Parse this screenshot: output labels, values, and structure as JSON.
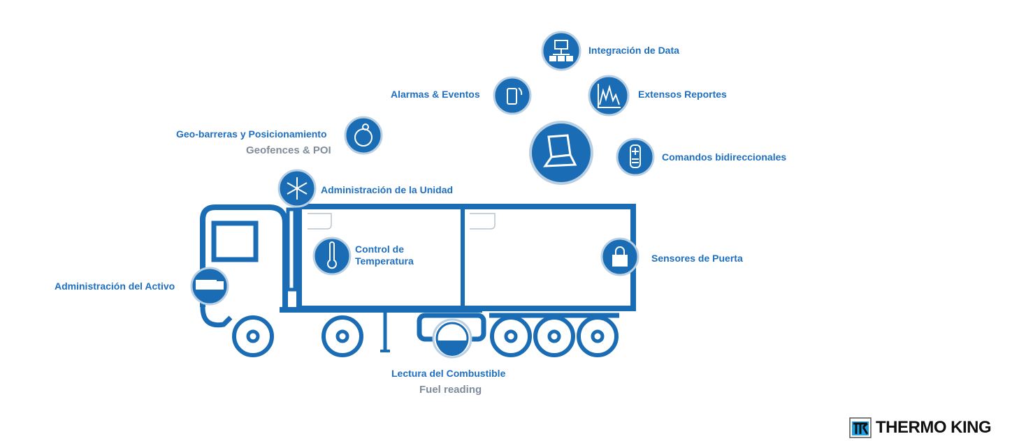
{
  "colors": {
    "primary": "#1a6db5",
    "label": "#1f6fc0",
    "ghost": "#7f8c99",
    "logo_blue": "#1e9fe0"
  },
  "features": {
    "data_integration": {
      "label": "Integración de Data",
      "icon": "network-icon"
    },
    "alarms": {
      "label": "Alarmas & Eventos",
      "icon": "phone-signal-icon"
    },
    "reports": {
      "label": "Extensos Reportes",
      "icon": "chart-icon"
    },
    "platform": {
      "icon": "laptop-icon"
    },
    "commands": {
      "label": "Comandos bidireccionales",
      "icon": "handheld-icon"
    },
    "geofence": {
      "label": "Geo-barreras y Posicionamiento",
      "ghost_label": "Geofences & POI",
      "icon": "globe-pin-icon"
    },
    "unit": {
      "label": "Administración de la Unidad",
      "icon": "snowflake-icon"
    },
    "temperature": {
      "label_line1": "Control de",
      "label_line2": "Temperatura",
      "icon": "thermometer-icon"
    },
    "door": {
      "label": "Sensores de Puerta",
      "icon": "lock-icon"
    },
    "asset": {
      "label": "Administración del Activo",
      "icon": "truck-icon"
    },
    "fuel": {
      "label": "Lectura del Combustible",
      "ghost_label": "Fuel reading",
      "icon": "fuel-gauge-icon"
    }
  },
  "brand": {
    "name": "THERMO KING"
  }
}
